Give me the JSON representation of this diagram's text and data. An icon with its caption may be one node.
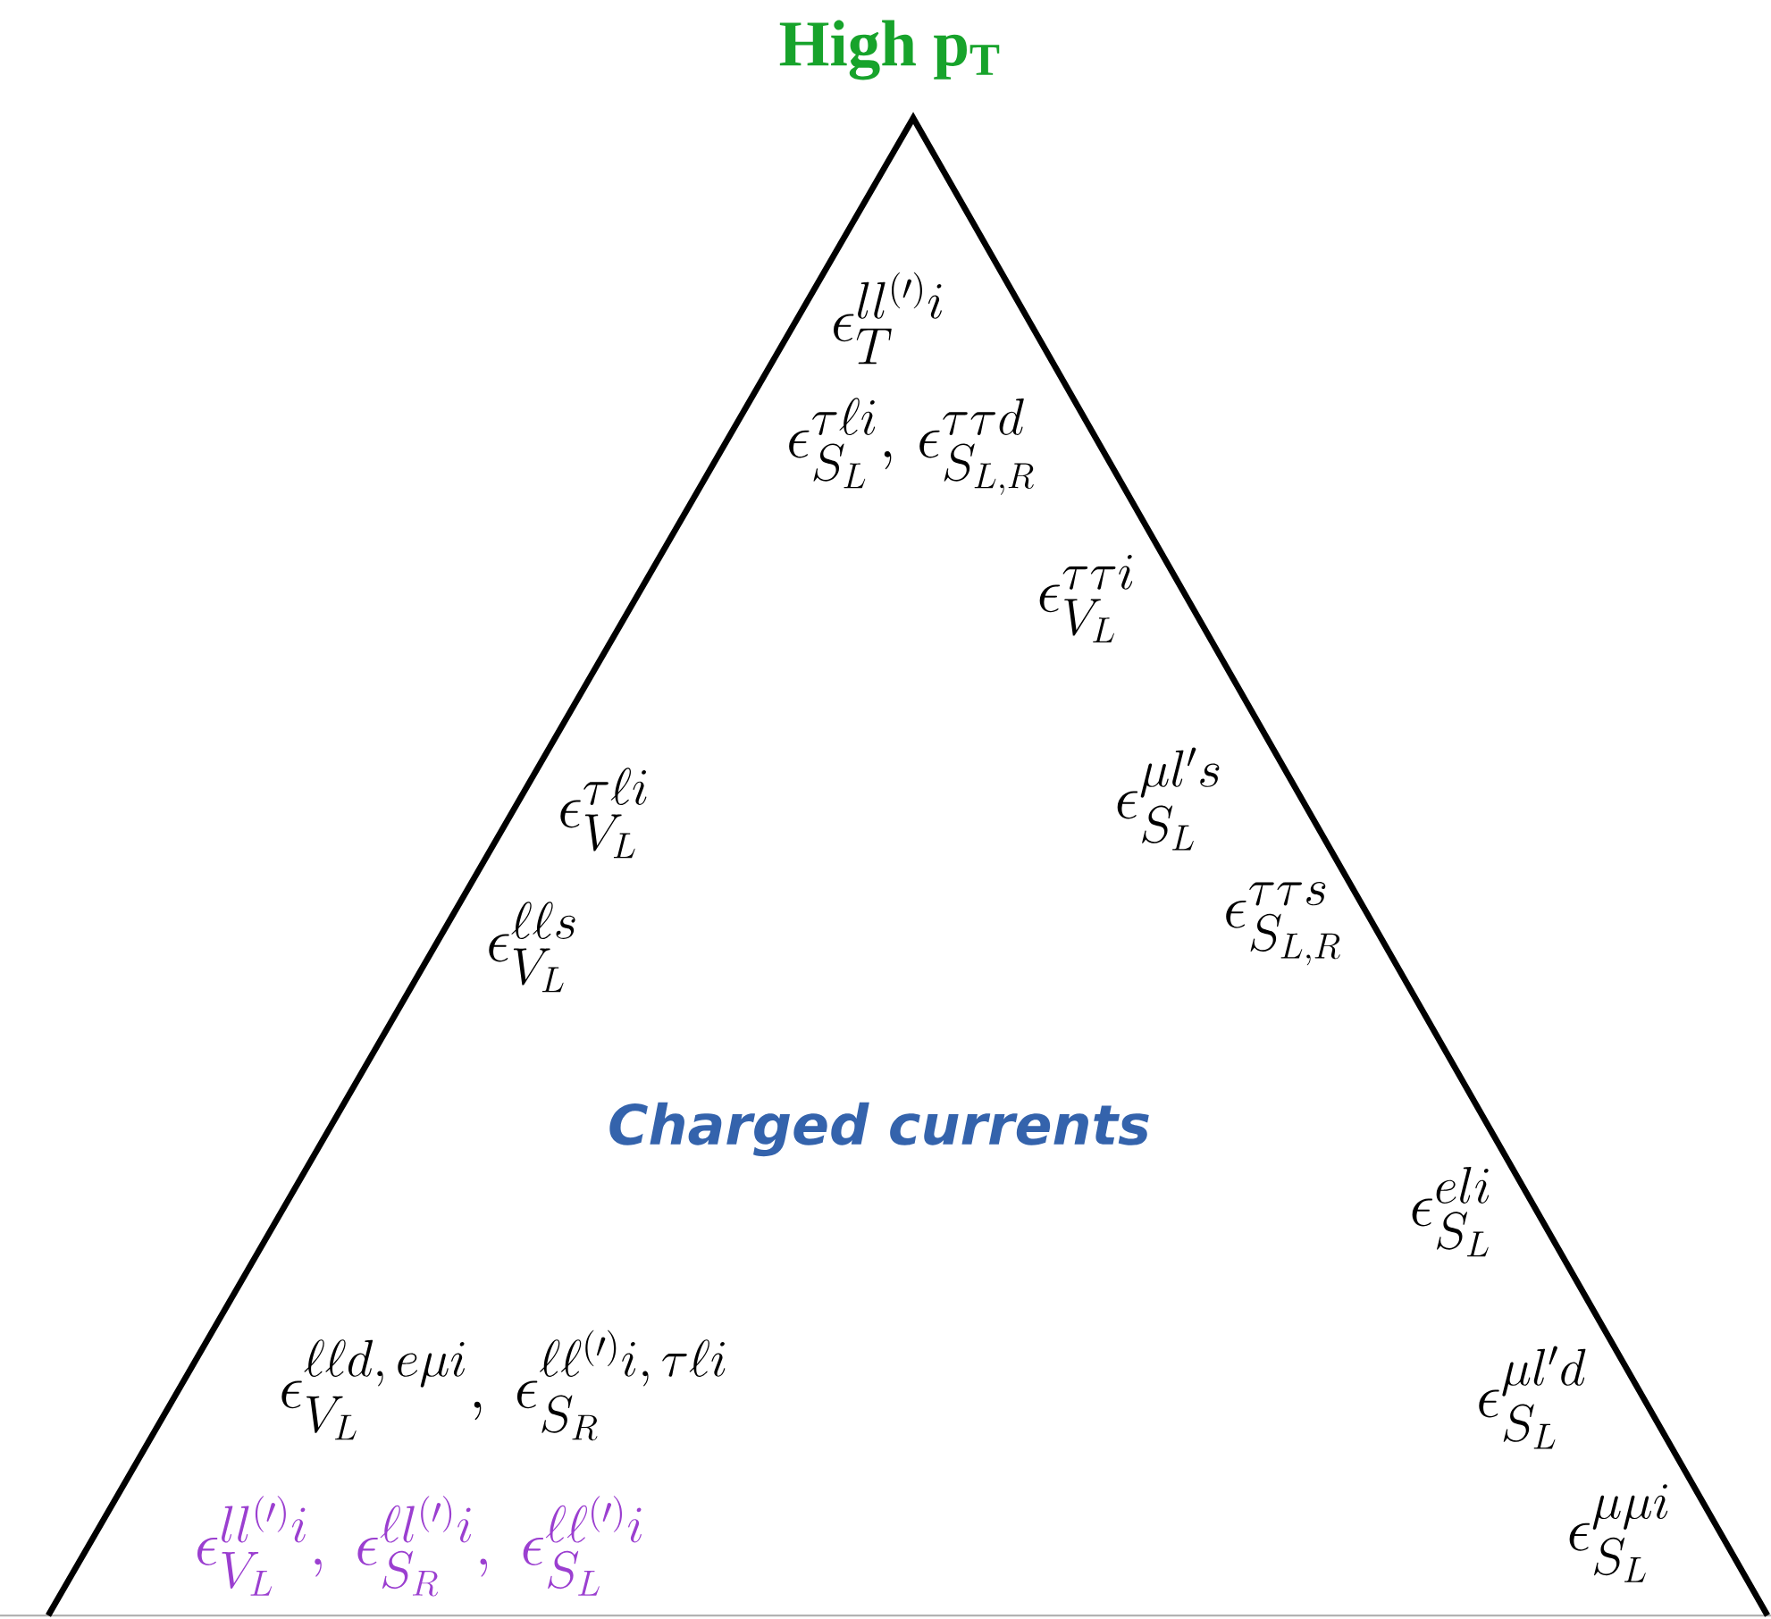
{
  "diagram": {
    "title": "High p$_{T}$",
    "nodes": [
      {
        "text": [
          "Charged currents"
        ]
      }
    ],
    "labels": [
      "\\epsilon_{T}^{ll^{(\\prime)}i}",
      "\\epsilon_{S_L}^{\\tau\\ell i},\\, \\epsilon_{S_{L,R}}^{\\tau\\tau d}",
      "\\epsilon_{V_L}^{\\tau\\tau i}",
      "\\epsilon_{V_L}^{\\tau\\ell i}",
      "\\epsilon_{S_L}^{\\mu l' s}",
      "\\epsilon_{V_L}^{\\ell\\ell s}",
      "\\epsilon_{S_{L,R}}^{\\tau\\tau s}",
      "\\epsilon_{S_L}^{e l i}",
      "\\epsilon_{V_L}^{\\ell\\ell d,\\, e\\mu i},\\ \\epsilon_{S_R}^{\\ell\\ell^{(\\prime)}i,\\, \\tau\\ell i}",
      "\\epsilon_{S_L}^{\\mu l' d}",
      "\\epsilon_{V_L}^{ll^{(\\prime)}i},\\ \\epsilon_{S_R}^{\\ell l^{(\\prime)}i},\\ \\epsilon_{S_L}^{\\ell\\ell^{(\\prime)}i}",
      "\\epsilon_{S_L}^{\\mu\\mu i}"
    ]
  }
}
